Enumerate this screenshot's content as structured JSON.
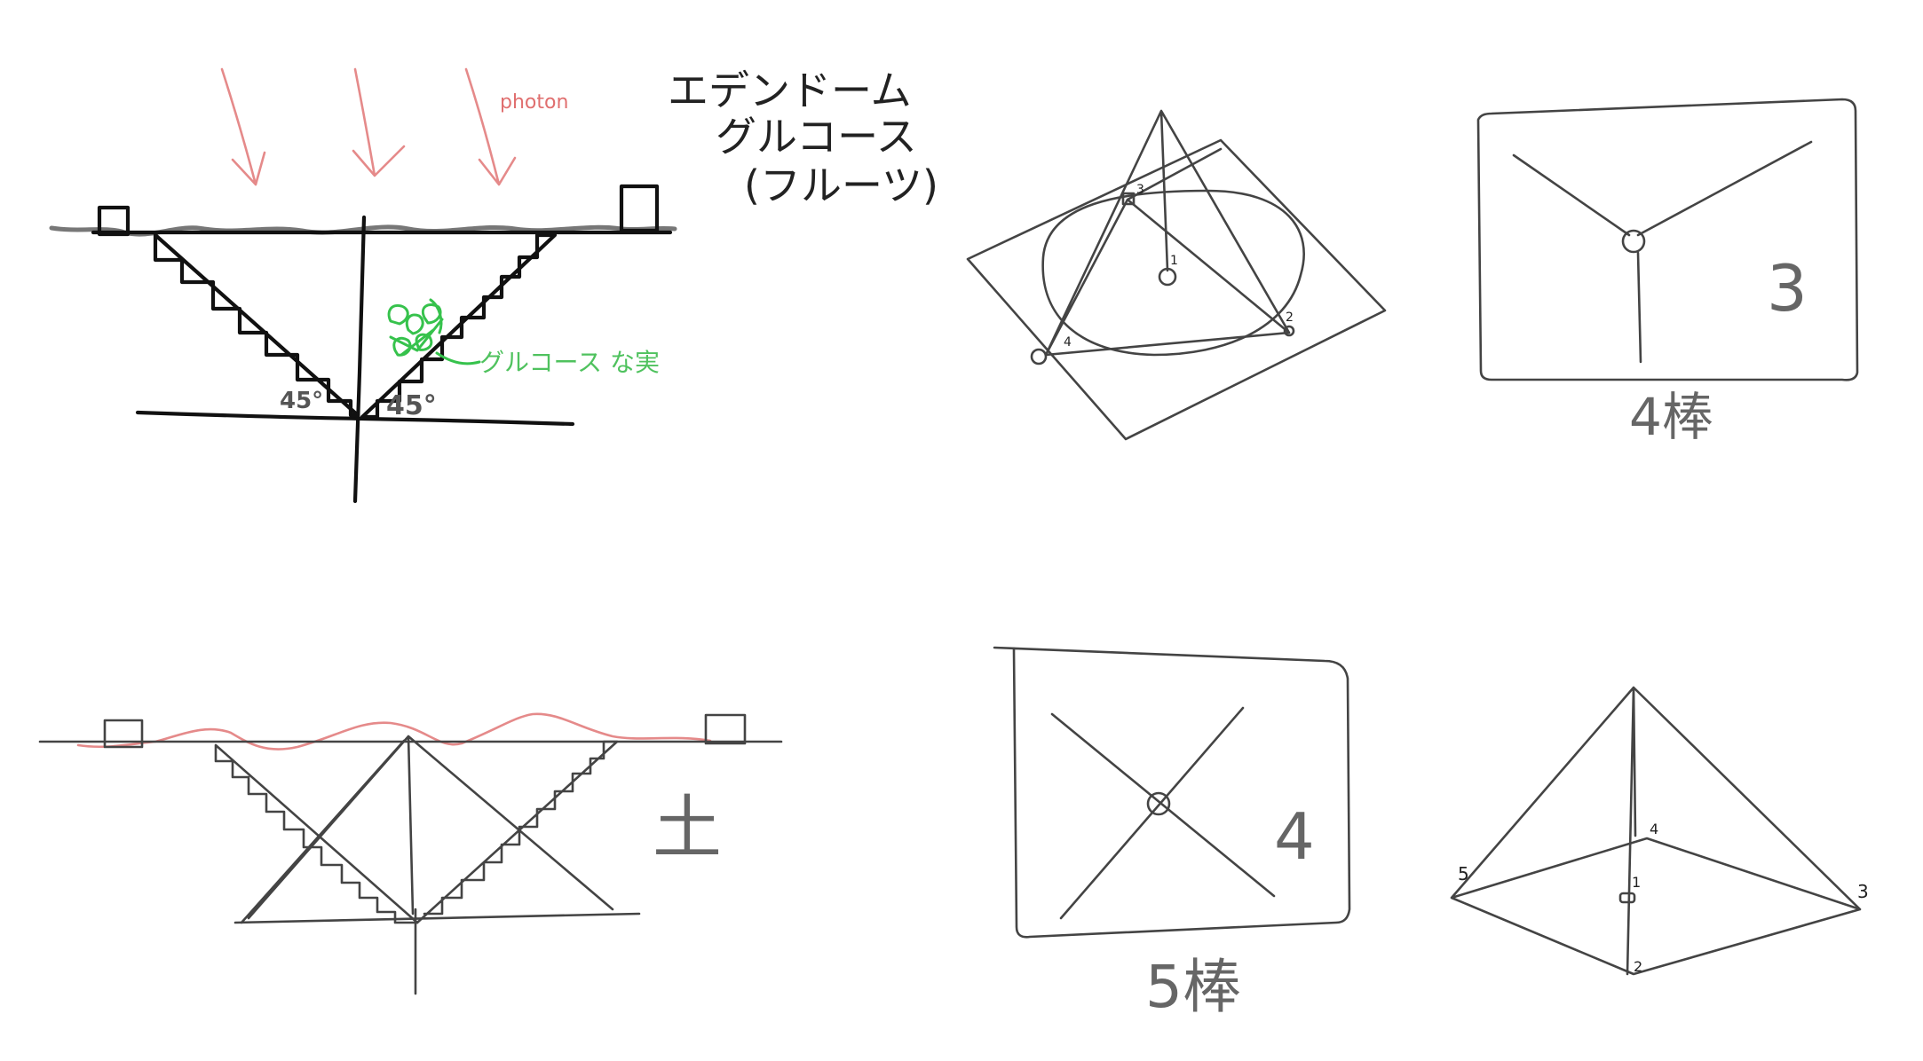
{
  "labels": {
    "photon": "photon",
    "title_line1": "エデンドーム",
    "title_line2": "グルコース",
    "title_line3": "(フルーツ)",
    "fruit": "グルコース な実",
    "angle_left": "45°",
    "angle_right": "45°",
    "soil": "土",
    "num_3": "3",
    "num_4": "4",
    "caption_4": "4棒",
    "caption_5": "5棒",
    "tri_v1": "1",
    "tri_v2": "2",
    "tri_v3": "3",
    "tri_v4": "4",
    "pyr_v1": "1",
    "pyr_v2": "2",
    "pyr_v3": "3",
    "pyr_v4": "4",
    "pyr_v5": "5"
  },
  "colors": {
    "ink": "#444444",
    "photon_red": "#e58a8a",
    "fruit_green": "#36c24c"
  }
}
